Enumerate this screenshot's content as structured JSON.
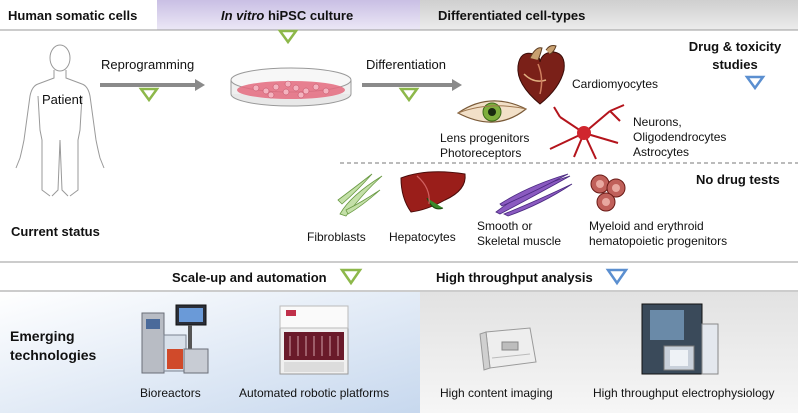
{
  "header": {
    "somatic": "Human somatic cells",
    "culture_italic": "In vitro",
    "culture_rest": " hiPSC culture",
    "differentiated": "Differentiated cell-types"
  },
  "top": {
    "patient": "Patient",
    "reprogramming": "Reprogramming",
    "differentiation": "Differentiation",
    "cardiomyocytes": "Cardiomyocytes",
    "lens_line1": "Lens progenitors",
    "lens_line2": "Photoreceptors",
    "neurons_line1": "Neurons,",
    "neurons_line2": "Oligodendrocytes",
    "neurons_line3": "Astrocytes",
    "drug_line1": "Drug & toxicity",
    "drug_line2": "studies",
    "no_drug": "No drug tests",
    "current_status": "Current status",
    "fibroblasts": "Fibroblasts",
    "hepatocytes": "Hepatocytes",
    "muscle_line1": "Smooth or",
    "muscle_line2": "Skeletal muscle",
    "myeloid_line1": "Myeloid and erythroid",
    "myeloid_line2": "hematopoietic progenitors"
  },
  "middle": {
    "scaleup": "Scale-up and automation",
    "throughput": "High throughput analysis"
  },
  "bottom": {
    "emerging_line1": "Emerging",
    "emerging_line2": "technologies",
    "bioreactors": "Bioreactors",
    "robotic": "Automated robotic platforms",
    "imaging": "High content imaging",
    "electrophys": "High throughput electrophysiology"
  },
  "colors": {
    "green_triangle": "#8db84a",
    "blue_triangle": "#5b8fd0",
    "arrow_gray": "#8a8a8a",
    "header_purple": "#cfc6e6",
    "header_gray": "#d6d6d6"
  }
}
